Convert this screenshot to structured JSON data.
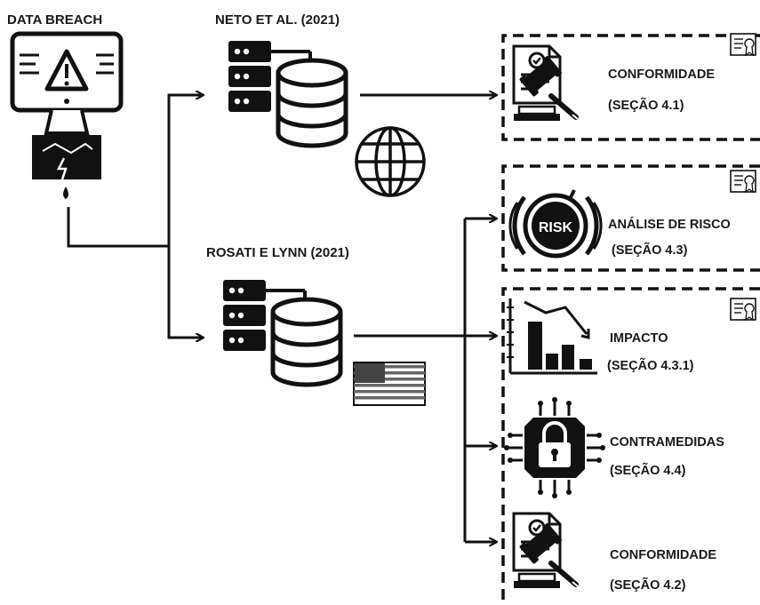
{
  "sources": {
    "breach": "DATA BREACH",
    "neto": "NETO ET AL. (2021)",
    "rosati": "ROSATI E LYNN (2021)"
  },
  "targets": {
    "conformidade_41": {
      "title": "CONFORMIDADE",
      "section": "(SEÇÃO 4.1)"
    },
    "analise_risco": {
      "title": "ANÁLISE DE RISCO",
      "section": "(SEÇÃO 4.3)"
    },
    "impacto": {
      "title": "IMPACTO",
      "section": "(SEÇÃO 4.3.1)"
    },
    "contramedidas": {
      "title": "CONTRAMEDIDAS",
      "section": "(SEÇÃO 4.4)"
    },
    "conformidade_42": {
      "title": "CONFORMIDADE",
      "section": "(SEÇÃO 4.2)"
    }
  },
  "risk_badge_text": "RISK",
  "icons": {
    "breach": "broken-monitor-alert-icon",
    "neto": "database-server-icon",
    "neto_web": "globe-icon",
    "rosati": "database-server-icon",
    "rosati_flag": "us-flag-icon",
    "compliance": "legal-document-gavel-icon",
    "risk": "risk-dial-icon",
    "impact": "declining-bar-chart-icon",
    "countermeasures": "chip-padlock-icon",
    "certificate": "certificate-icon"
  },
  "colors": {
    "ink": "#111111",
    "background": "#ffffff"
  }
}
